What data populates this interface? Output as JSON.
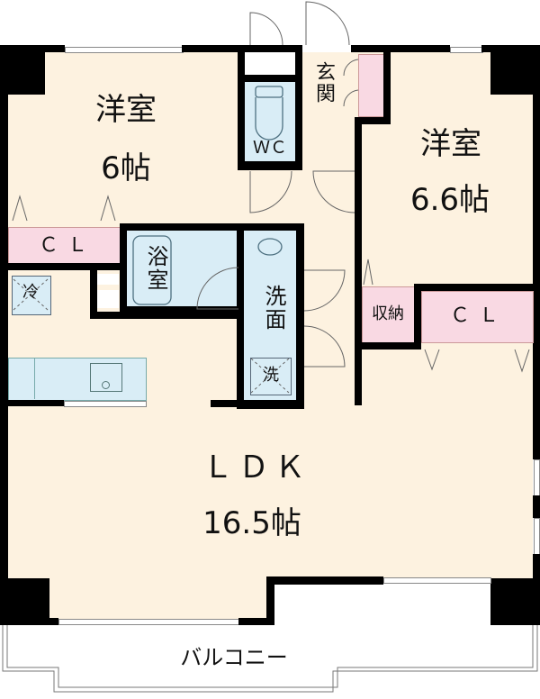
{
  "floorplan": {
    "colors": {
      "floor": "#fdf2e0",
      "wet_area": "#d9edf6",
      "storage": "#f9d9e3",
      "wall": "#000000",
      "balcony": "#ffffff",
      "line": "#6b6b6b"
    },
    "rooms": {
      "western_room_1": {
        "name": "洋室",
        "size": "6帖"
      },
      "western_room_2": {
        "name": "洋室",
        "size": "6.6帖"
      },
      "ldk": {
        "name": "ＬＤＫ",
        "size": "16.5帖"
      },
      "toilet": {
        "name": "ＷＣ"
      },
      "entrance": {
        "name": "玄関"
      },
      "bath": {
        "name": "浴室"
      },
      "washroom": {
        "name": "洗面"
      },
      "closet_1": {
        "name": "ＣＬ"
      },
      "closet_2": {
        "name": "ＣＬ"
      },
      "storage": {
        "name": "収納"
      },
      "balcony": {
        "name": "バルコニー"
      }
    },
    "fixtures": {
      "refrigerator": {
        "symbol": "冷"
      },
      "washing_machine": {
        "symbol": "洗"
      }
    }
  }
}
